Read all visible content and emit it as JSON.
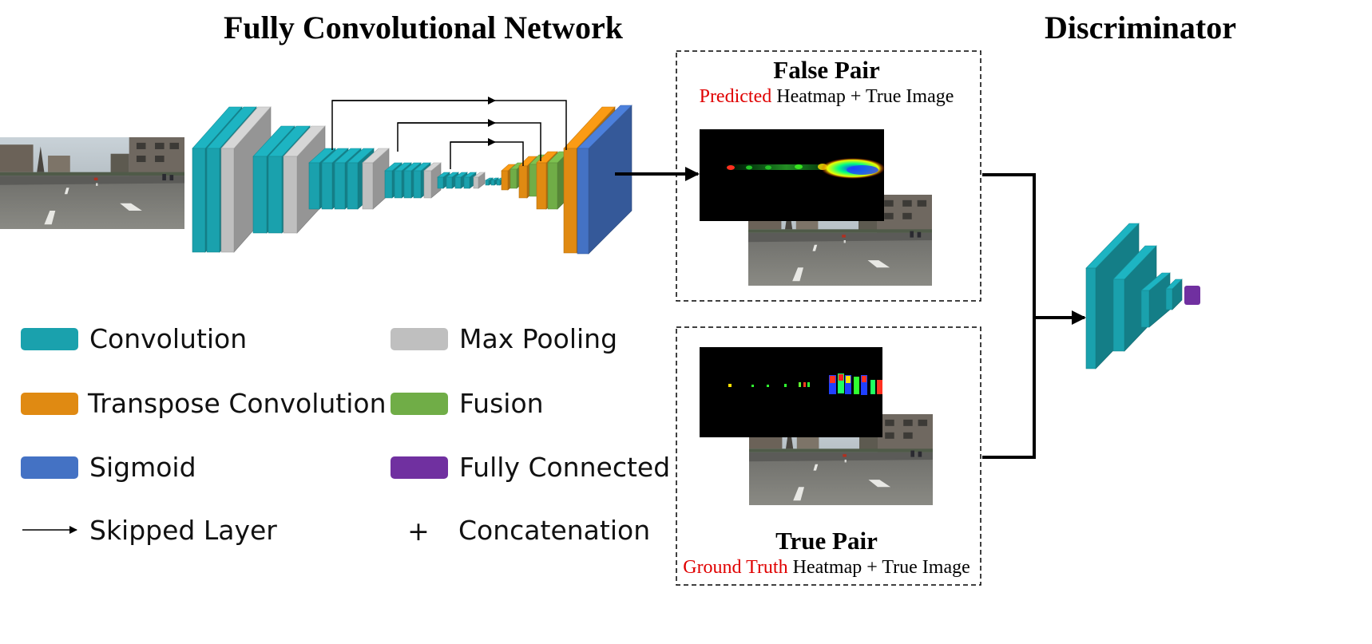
{
  "titles": {
    "fcn": "Fully Convolutional Network",
    "discriminator": "Discriminator"
  },
  "false_pair": {
    "title": "False Pair",
    "subtitle_red": "Predicted",
    "subtitle_rest": " Heatmap + True Image"
  },
  "true_pair": {
    "title": "True Pair",
    "subtitle_red": "Ground Truth",
    "subtitle_rest": " Heatmap + True Image"
  },
  "legend": {
    "convolution": "Convolution",
    "max_pooling": "Max Pooling",
    "transpose_convolution": "Transpose Convolution",
    "fusion": "Fusion",
    "sigmoid": "Sigmoid",
    "fully_connected": "Fully Connected",
    "skipped_layer": "Skipped Layer",
    "concatenation_symbol": "+",
    "concatenation": "Concatenation"
  },
  "colors": {
    "convolution": "#1aa1ad",
    "max_pooling": "#bfbfbf",
    "transpose_convolution": "#e08a12",
    "fusion": "#70ad47",
    "sigmoid": "#4472c4",
    "fully_connected": "#7030a0",
    "predicted_text": "#e00000"
  }
}
